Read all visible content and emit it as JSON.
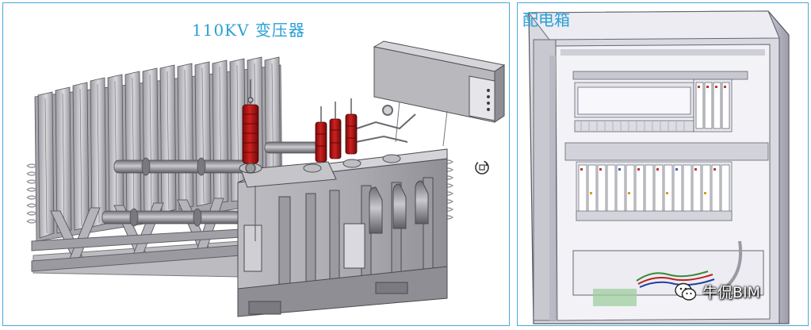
{
  "panels": {
    "left": {
      "title": "110KV 变压器",
      "image": "transformer-3d-model"
    },
    "right": {
      "title": "配电箱",
      "image": "distribution-box-3d-model"
    }
  },
  "watermark": {
    "text": "牛侃BIM",
    "icon": "wechat-icon"
  },
  "colors": {
    "panel_border": "#4aa8d8",
    "title": "#2a9fd6",
    "bushing_red": "#b01818",
    "model_gray": "#c8c8cc"
  }
}
